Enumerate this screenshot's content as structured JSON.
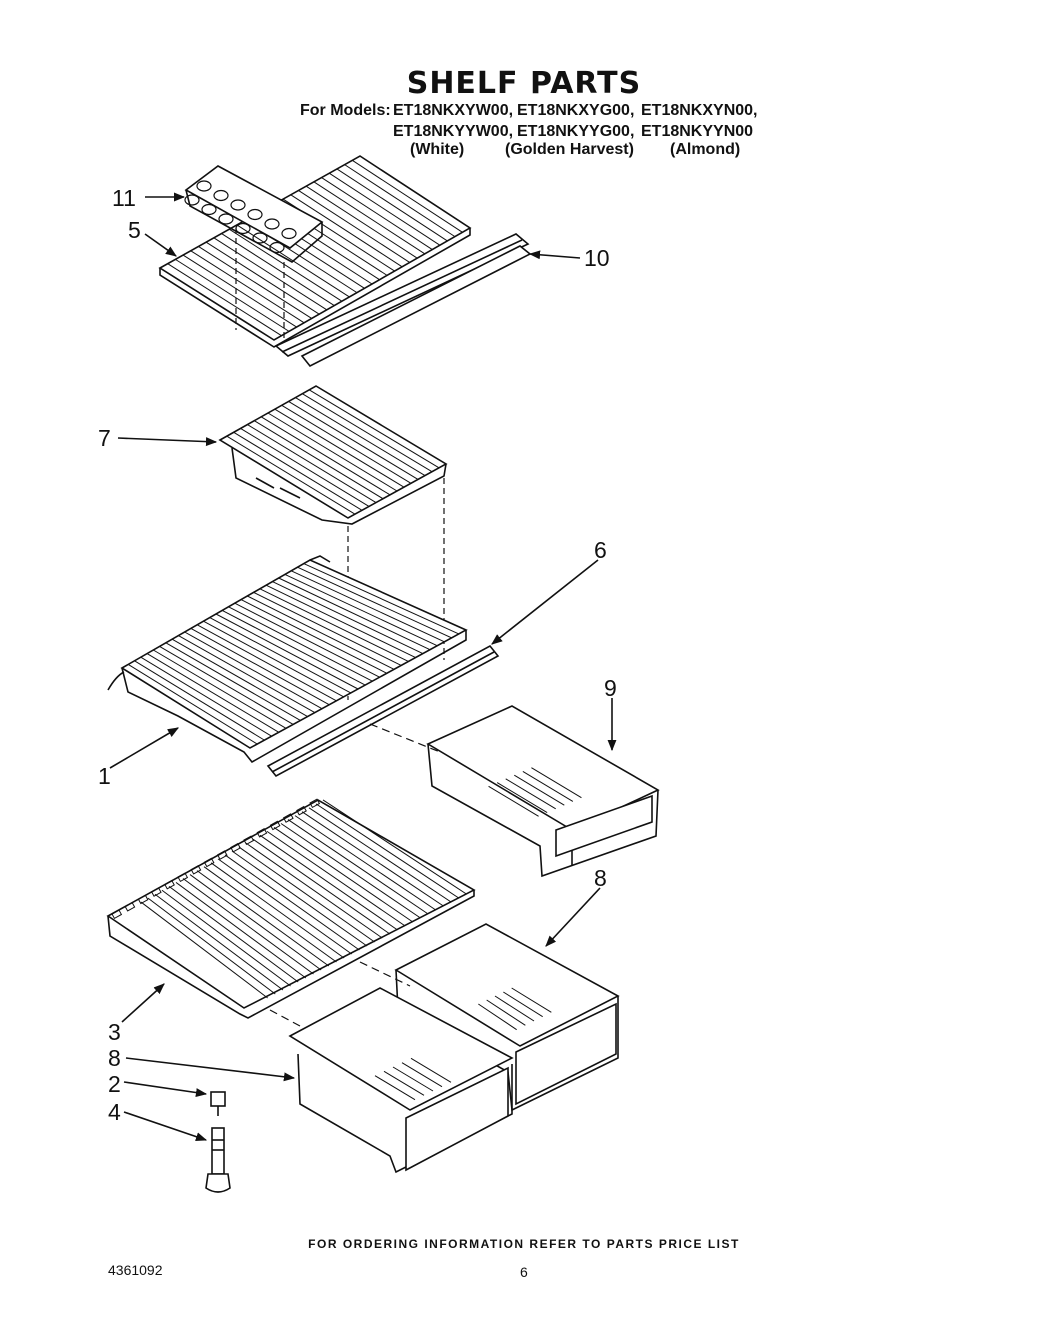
{
  "title": "SHELF PARTS",
  "models": {
    "label": "For Models:",
    "row1": [
      "ET18NKXYW00,",
      "ET18NKXYG00,",
      "ET18NKXYN00,"
    ],
    "row2": [
      "ET18NKYYW00,",
      "ET18NKYYG00,",
      "ET18NKYYN00"
    ],
    "colors": [
      "(White)",
      "(Golden Harvest)",
      "(Almond)"
    ]
  },
  "callouts": [
    "11",
    "5",
    "10",
    "7",
    "6",
    "9",
    "1",
    "8",
    "3",
    "8",
    "2",
    "4"
  ],
  "footer": {
    "ordering_note": "FOR ORDERING INFORMATION REFER TO PARTS PRICE LIST",
    "document_number": "4361092",
    "page_number": "6"
  }
}
